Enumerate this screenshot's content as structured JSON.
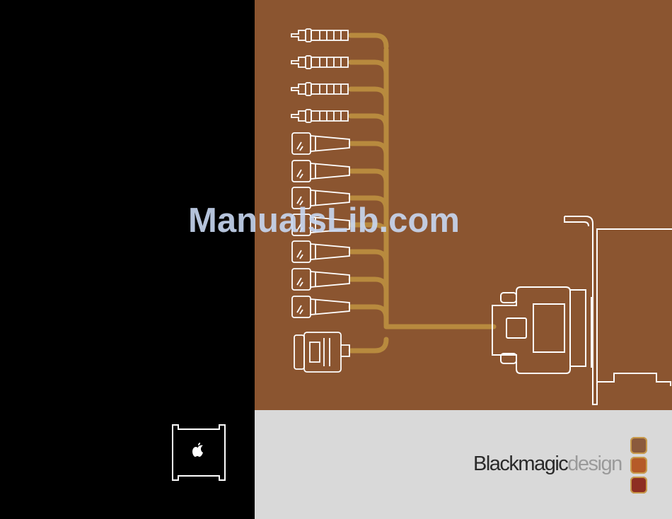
{
  "watermark": {
    "text": "ManualsLib.com"
  },
  "brand": {
    "part1": "Blackmagic",
    "part2": "design"
  },
  "colors": {
    "brown_background": "#8b5530",
    "grey_background": "#d9d9d9",
    "cable": "#b88a3e",
    "swatch_top": "#8b5a3c",
    "swatch_middle": "#b55a28",
    "swatch_bottom": "#8e2e22"
  },
  "icons": [
    "rca-connector",
    "bnc-connector",
    "dvi-connector",
    "pci-card",
    "apple-logo",
    "mac-pro-icon"
  ]
}
